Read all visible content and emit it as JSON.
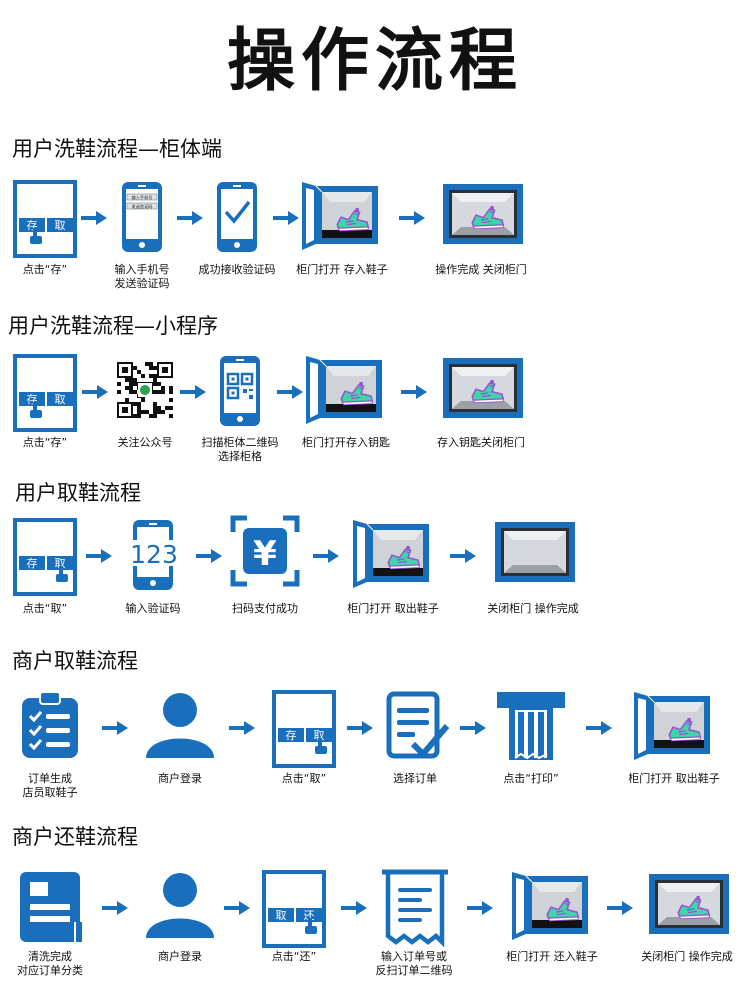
{
  "title": "操作流程",
  "colors": {
    "blue": "#1a6fbd",
    "dark": "#121212",
    "shoe_green": "#3dd6a6",
    "shoe_purple": "#9b4fd8"
  },
  "sections": [
    {
      "title": "用户洗鞋流程—柜体端",
      "steps": [
        {
          "icon": "cabinet-screen-store-icon",
          "btn1": "存",
          "btn2": "取",
          "caption": [
            "点击“存”"
          ]
        },
        {
          "icon": "phone-form-icon",
          "field1": "输入手机号",
          "field2": "发送验证码",
          "caption": [
            "输入手机号",
            "发送验证码"
          ]
        },
        {
          "icon": "phone-check-icon",
          "caption": [
            "成功接收验证码"
          ]
        },
        {
          "icon": "locker-open-shoe-icon",
          "caption": [
            "柜门打开 存入鞋子"
          ]
        },
        {
          "icon": "locker-closed-shoe-icon",
          "caption": [
            "操作完成 关闭柜门"
          ]
        }
      ]
    },
    {
      "title": "用户洗鞋流程—小程序",
      "steps": [
        {
          "icon": "cabinet-screen-store-icon",
          "btn1": "存",
          "btn2": "取",
          "caption": [
            "点击“存”"
          ]
        },
        {
          "icon": "qr-code-icon",
          "caption": [
            "关注公众号"
          ]
        },
        {
          "icon": "phone-qr-icon",
          "caption": [
            "扫描柜体二维码",
            "选择柜格"
          ]
        },
        {
          "icon": "locker-open-shoe-icon",
          "caption": [
            "柜门打开存入钥匙"
          ]
        },
        {
          "icon": "locker-closed-shoe-icon",
          "caption": [
            "存入钥匙关闭柜门"
          ]
        }
      ]
    },
    {
      "title": "用户取鞋流程",
      "steps": [
        {
          "icon": "cabinet-screen-take-icon",
          "btn1": "存",
          "btn2": "取",
          "caption": [
            "点击“取”"
          ]
        },
        {
          "icon": "phone-123-icon",
          "digits": "123",
          "caption": [
            "输入验证码"
          ]
        },
        {
          "icon": "scan-pay-icon",
          "symbol": "¥",
          "caption": [
            "扫码支付成功"
          ]
        },
        {
          "icon": "locker-open-shoe-icon",
          "caption": [
            "柜门打开 取出鞋子"
          ]
        },
        {
          "icon": "locker-closed-empty-icon",
          "caption": [
            "关闭柜门 操作完成"
          ]
        }
      ]
    },
    {
      "title": "商户取鞋流程",
      "steps": [
        {
          "icon": "clipboard-checklist-icon",
          "caption": [
            "订单生成",
            "店员取鞋子"
          ]
        },
        {
          "icon": "user-icon",
          "caption": [
            "商户登录"
          ]
        },
        {
          "icon": "cabinet-screen-take-icon",
          "btn1": "存",
          "btn2": "取",
          "caption": [
            "点击“取”"
          ]
        },
        {
          "icon": "order-select-icon",
          "caption": [
            "选择订单"
          ]
        },
        {
          "icon": "printer-icon",
          "caption": [
            "点击“打印”"
          ]
        },
        {
          "icon": "locker-open-shoe-icon",
          "caption": [
            "柜门打开 取出鞋子"
          ]
        }
      ]
    },
    {
      "title": "商户还鞋流程",
      "steps": [
        {
          "icon": "order-card-icon",
          "caption": [
            "清洗完成",
            "对应订单分类"
          ]
        },
        {
          "icon": "user-icon",
          "caption": [
            "商户登录"
          ]
        },
        {
          "icon": "cabinet-screen-return-icon",
          "btn1": "取",
          "btn2": "还",
          "caption": [
            "点击“还”"
          ]
        },
        {
          "icon": "receipt-icon",
          "caption": [
            "输入订单号或",
            "反扫订单二维码"
          ]
        },
        {
          "icon": "locker-open-shoe-icon",
          "caption": [
            "柜门打开 还入鞋子"
          ]
        },
        {
          "icon": "locker-closed-shoe-icon",
          "caption": [
            "关闭柜门 操作完成"
          ]
        }
      ]
    }
  ]
}
